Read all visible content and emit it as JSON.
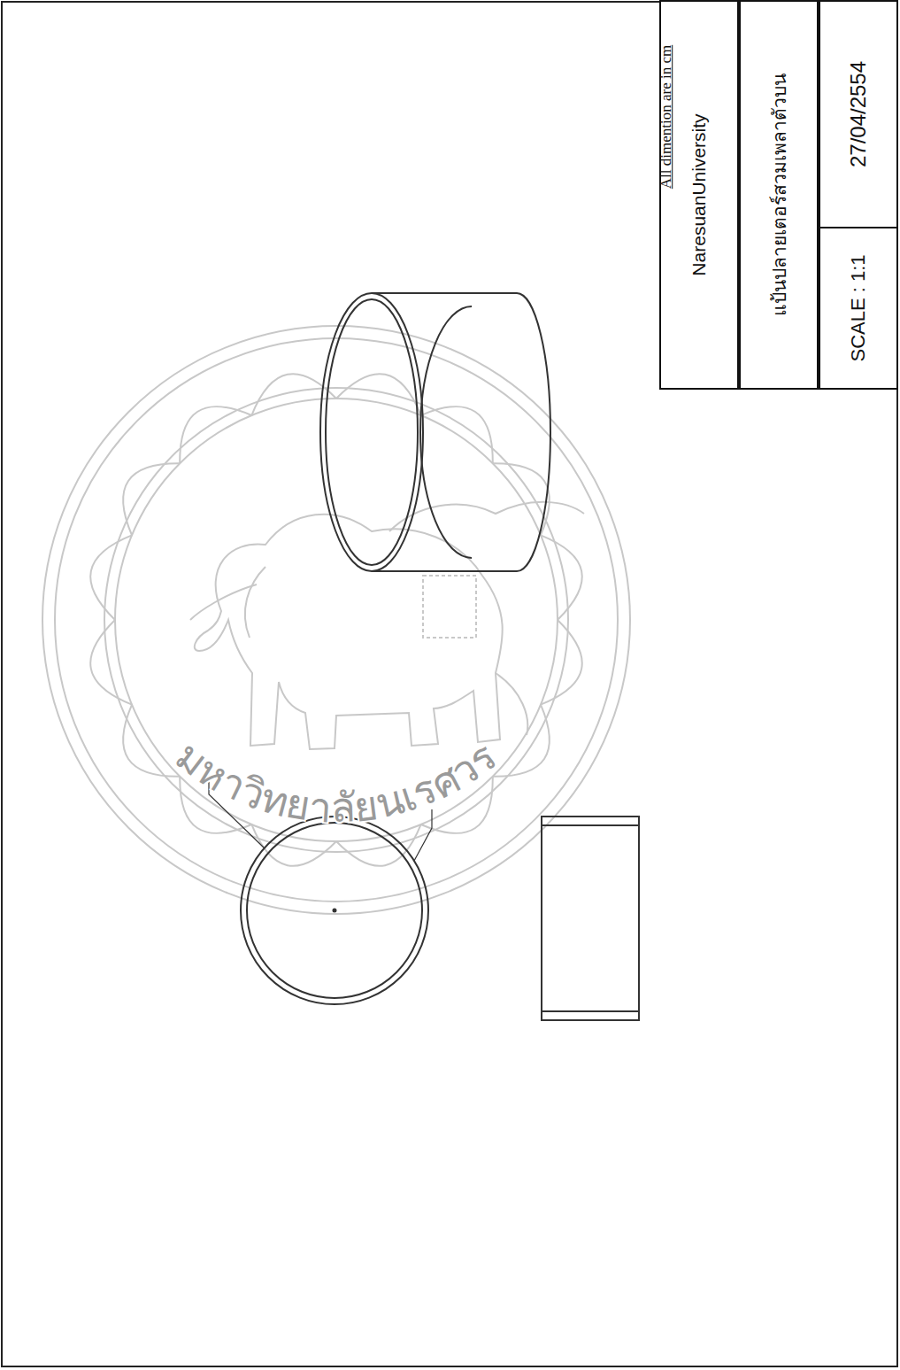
{
  "diagram": {
    "nodes": [
      {
        "text": [
          "NaresuanUniversity"
        ]
      },
      {
        "text": [
          "แป้นปลายเตอร์สวมเพลาตัวบน"
        ]
      },
      {
        "text": [
          "27/04/2554"
        ]
      },
      {
        "text": [
          "SCALE : 1:1"
        ]
      }
    ],
    "labels": [
      "All dimention are in cm",
      "มหาวิทยาลัยนเรศวร"
    ]
  }
}
